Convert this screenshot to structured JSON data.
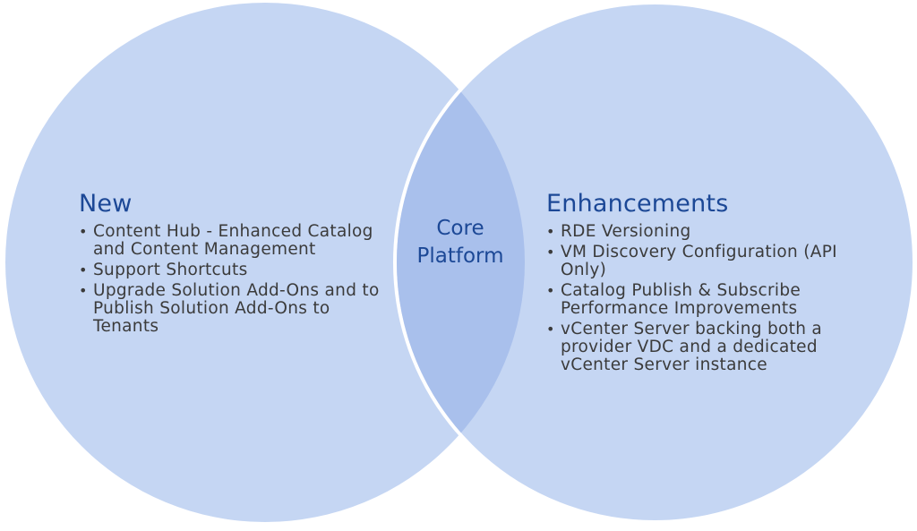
{
  "diagram": {
    "type": "venn",
    "colors": {
      "circle_fill": "#c5d6f3",
      "overlap_fill": "#a9c0ec",
      "heading": "#1c4896",
      "body_text": "#3b3b3b",
      "separator": "#ffffff"
    },
    "left": {
      "title": "New",
      "items": [
        "Content Hub - Enhanced Catalog and Content Management",
        "Support Shortcuts",
        "Upgrade Solution Add-Ons and to Publish Solution Add-Ons to Tenants"
      ]
    },
    "center": {
      "label_line1": "Core",
      "label_line2": "Platform"
    },
    "right": {
      "title": "Enhancements",
      "items": [
        "RDE Versioning",
        "VM Discovery Configuration (API Only)",
        "Catalog Publish & Subscribe Performance Improvements",
        "vCenter Server backing both a provider VDC and a dedicated vCenter Server instance"
      ]
    }
  }
}
